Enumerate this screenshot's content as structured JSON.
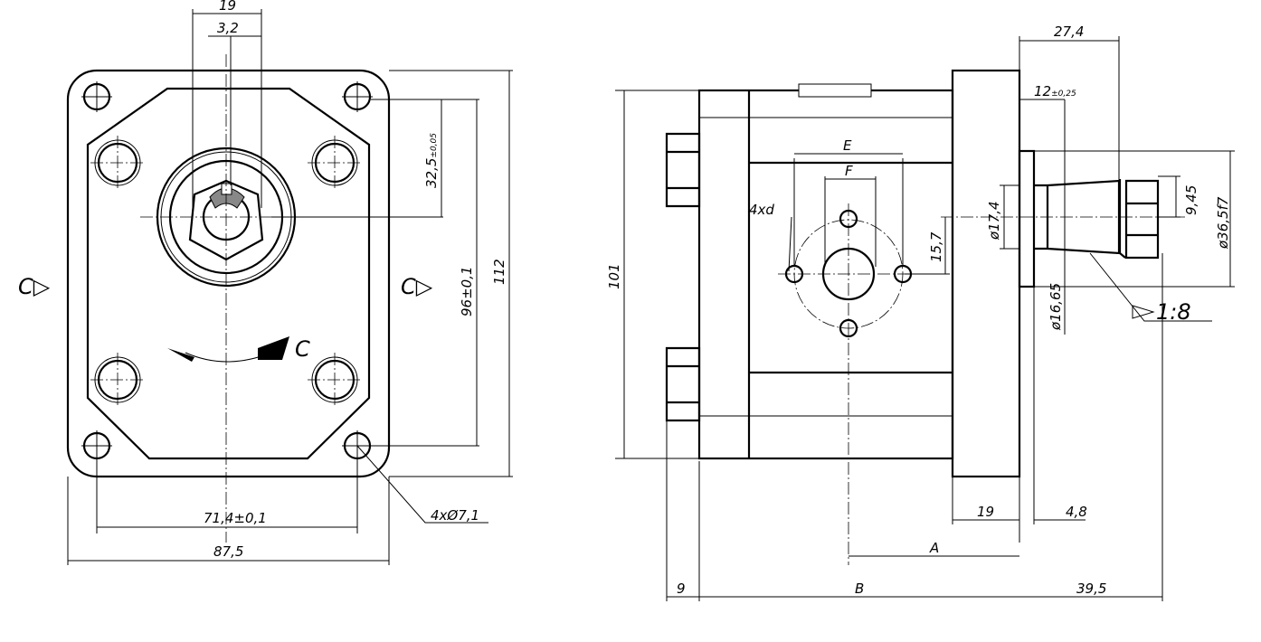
{
  "front_view": {
    "dims": {
      "shaft_width": "19",
      "key_width": "3,2",
      "shaft_height": "32,5",
      "shaft_height_tol": "±0,05",
      "hole_vertical": "96±0,1",
      "plate_height": "112",
      "hole_horizontal": "71,4±0,1",
      "plate_width": "87,5",
      "holes": "4xØ7,1"
    },
    "section_left": "C▷",
    "section_right": "C▷",
    "rotation_label": "C"
  },
  "side_view": {
    "dims": {
      "height": "101",
      "shaft_length": "27,4",
      "taper_start": "12",
      "taper_start_tol": "±0,25",
      "port_outer": "E",
      "port_inner": "F",
      "port_threads": "4xd",
      "port_offset": "15,7",
      "shaft_dia": "ø17,4",
      "thread_offset": "9,45",
      "pilot_dia": "ø36,5f7",
      "taper_dia": "ø16,65",
      "taper": "1:8",
      "flange_thickness": "19",
      "pilot_length": "4,8",
      "dim_a": "A",
      "dim_b": "B",
      "nut_offset": "9",
      "total_shaft": "39,5"
    }
  }
}
